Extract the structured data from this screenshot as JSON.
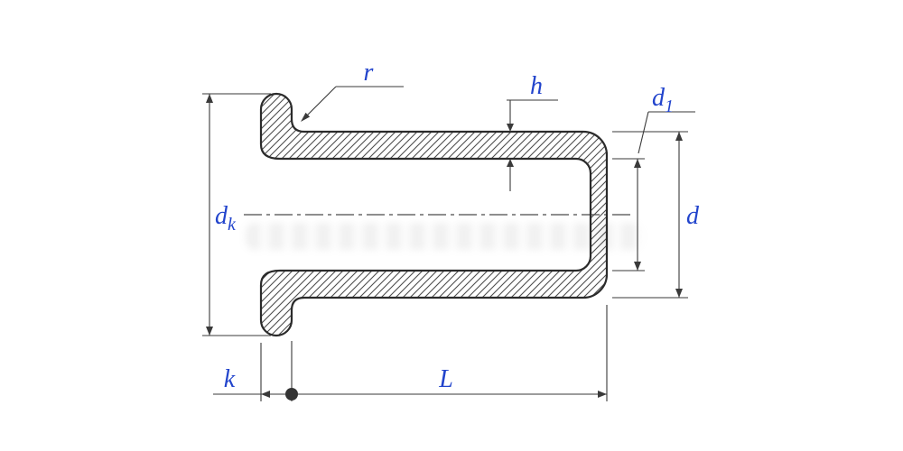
{
  "drawing": {
    "description": "Cross-section technical drawing of a flanged tubular (hollow) rivet with dimension callouts",
    "labels": {
      "radius": "r",
      "wall_thickness": "h",
      "inner_diameter_base": "d",
      "inner_diameter_sub": "1",
      "outer_diameter": "d",
      "head_diameter_base": "d",
      "head_diameter_sub": "k",
      "head_height": "k",
      "length": "L"
    },
    "colors": {
      "label": "#2244cc",
      "line": "#3a3a3a",
      "background": "#ffffff"
    }
  }
}
